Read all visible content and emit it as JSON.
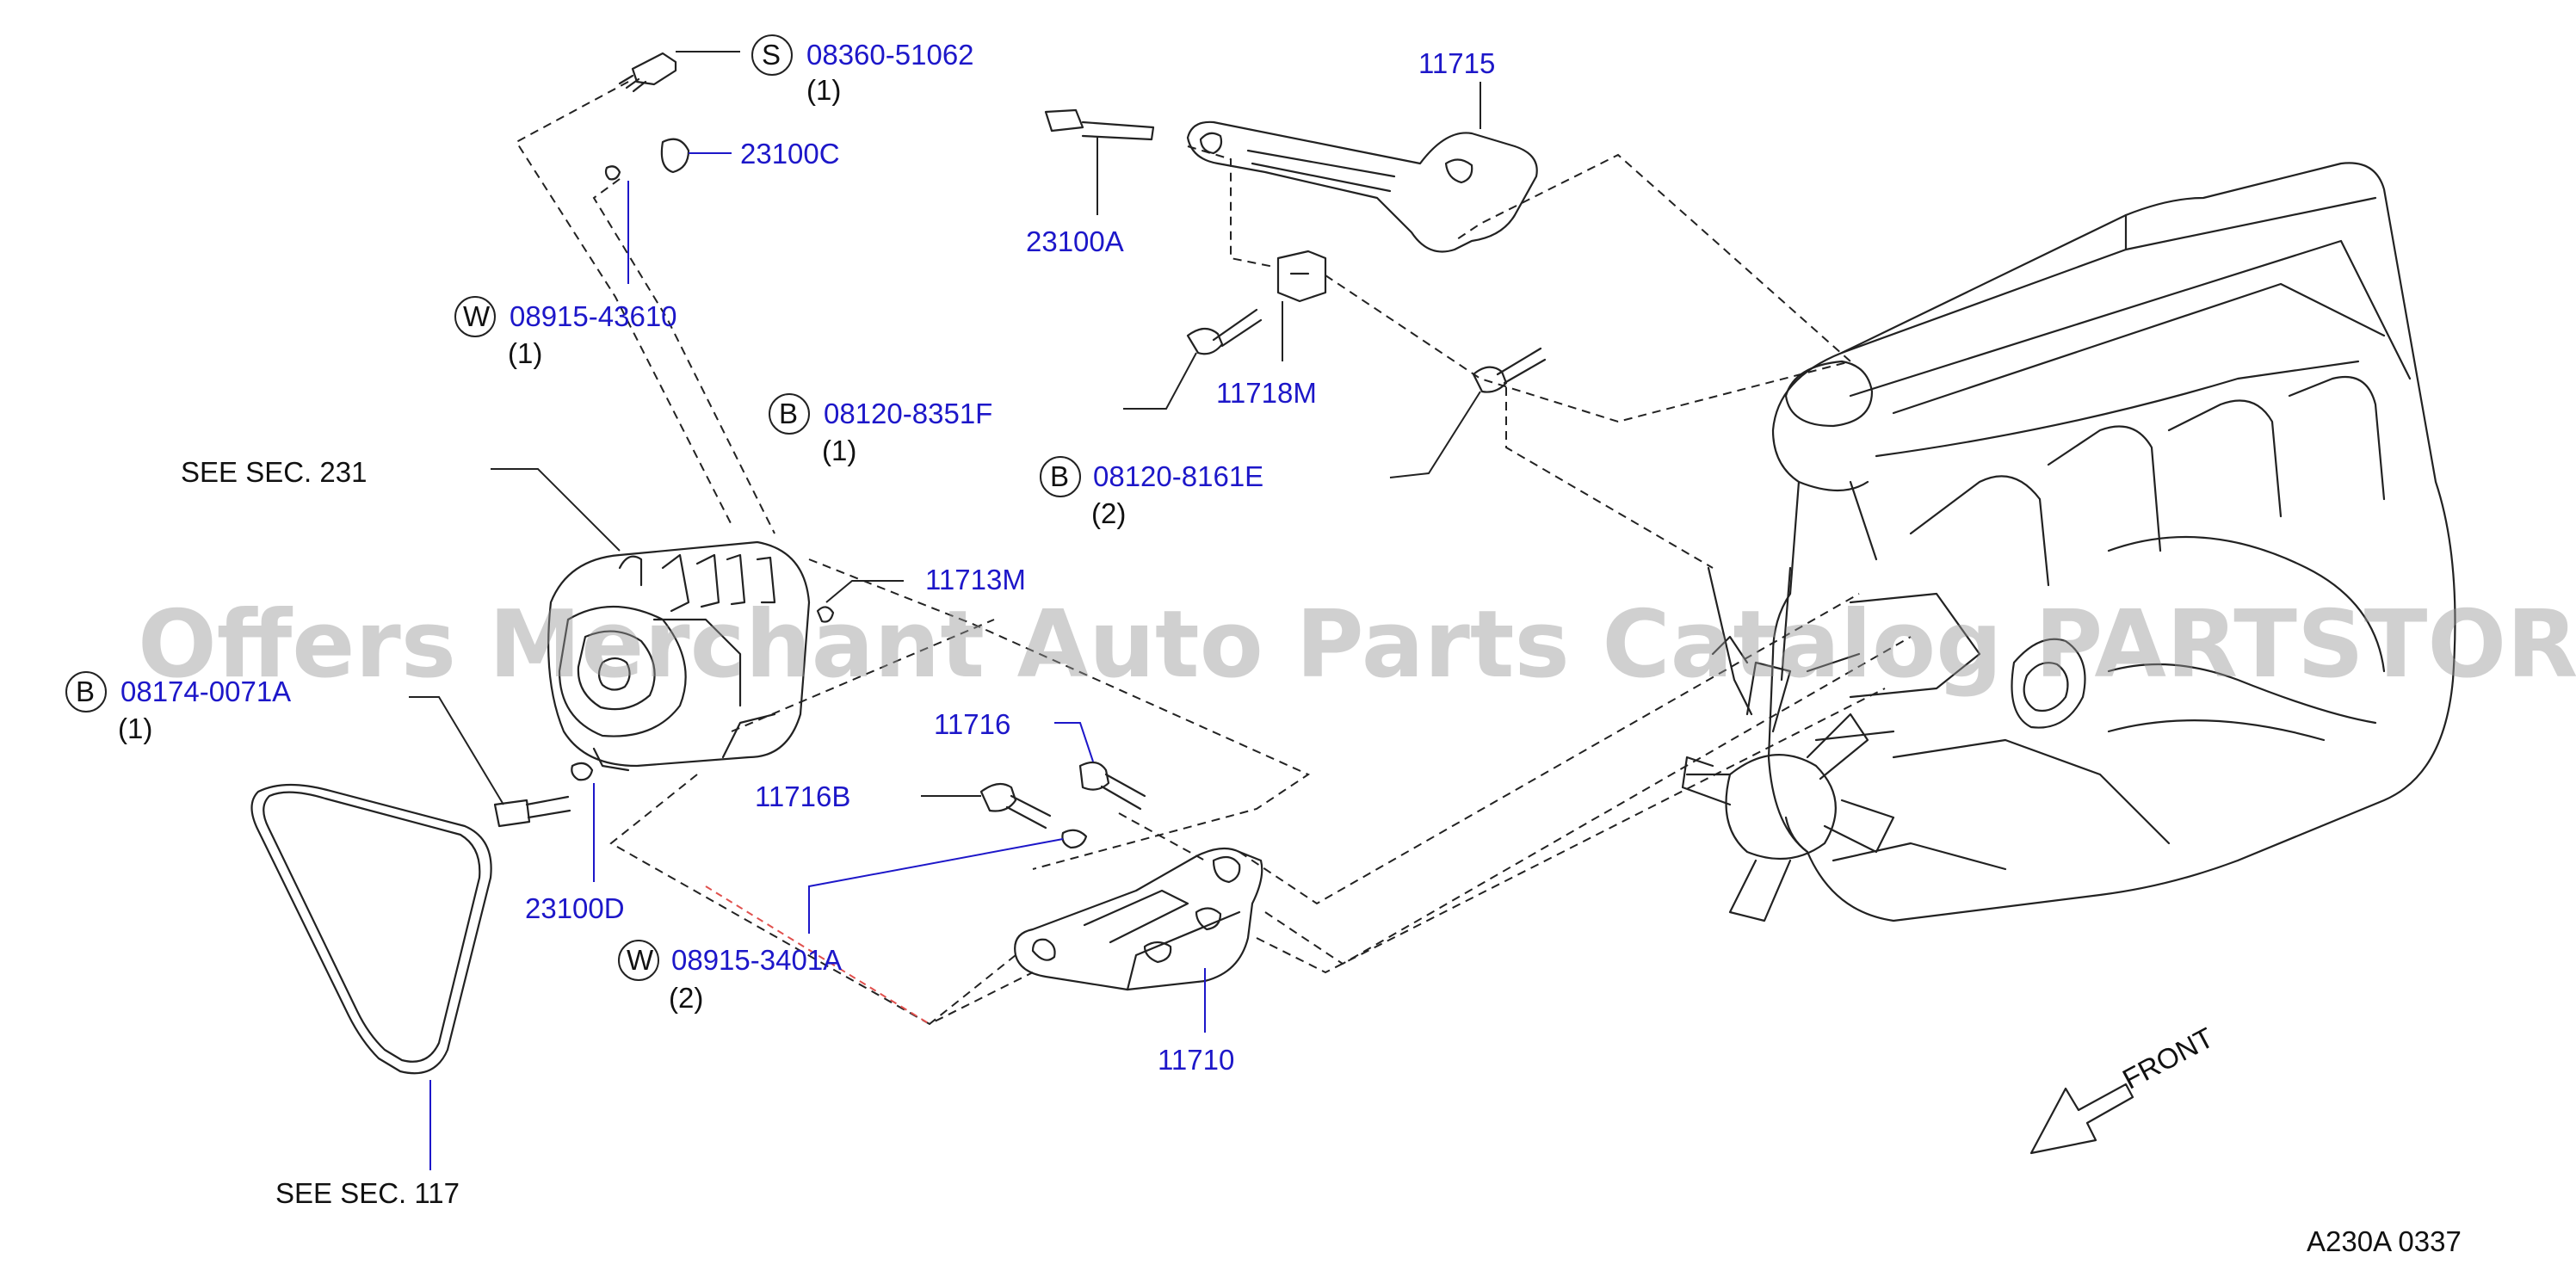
{
  "diagram": {
    "part_labels": [
      {
        "id": "p1",
        "prefix": "S",
        "text": "08360-51062",
        "qty": "(1)"
      },
      {
        "id": "p2",
        "prefix": "",
        "text": "23100C",
        "qty": ""
      },
      {
        "id": "p3",
        "prefix": "W",
        "text": "08915-43610",
        "qty": "(1)"
      },
      {
        "id": "p4",
        "prefix": "B",
        "text": "08120-8351F",
        "qty": "(1)"
      },
      {
        "id": "p5",
        "prefix": "",
        "text": "11715",
        "qty": ""
      },
      {
        "id": "p6",
        "prefix": "",
        "text": "23100A",
        "qty": ""
      },
      {
        "id": "p7",
        "prefix": "",
        "text": "11718M",
        "qty": ""
      },
      {
        "id": "p8",
        "prefix": "B",
        "text": "08120-8161E",
        "qty": "(2)"
      },
      {
        "id": "p9",
        "prefix": "",
        "text": "11713M",
        "qty": ""
      },
      {
        "id": "p10",
        "prefix": "B",
        "text": "08174-0071A",
        "qty": "(1)"
      },
      {
        "id": "p11",
        "prefix": "",
        "text": "11716",
        "qty": ""
      },
      {
        "id": "p12",
        "prefix": "",
        "text": "11716B",
        "qty": ""
      },
      {
        "id": "p13",
        "prefix": "",
        "text": "23100D",
        "qty": ""
      },
      {
        "id": "p14",
        "prefix": "W",
        "text": "08915-3401A",
        "qty": "(2)"
      },
      {
        "id": "p15",
        "prefix": "",
        "text": "11710",
        "qty": ""
      }
    ],
    "section_refs": [
      {
        "id": "r1",
        "text": "SEE    SEC.    231"
      },
      {
        "id": "r2",
        "text": "SEE    SEC.    117"
      }
    ],
    "front_label": "FRONT",
    "drawing_code": "A230A   0337"
  },
  "watermark": "Offers Merchant Auto Parts Catalog PARTSTORE.SA",
  "colors": {
    "part_number": "#1d17c9",
    "line_art": "#222222",
    "leader": "#1d17c9",
    "leader_red": "#e0504d",
    "watermark": "#969696"
  }
}
